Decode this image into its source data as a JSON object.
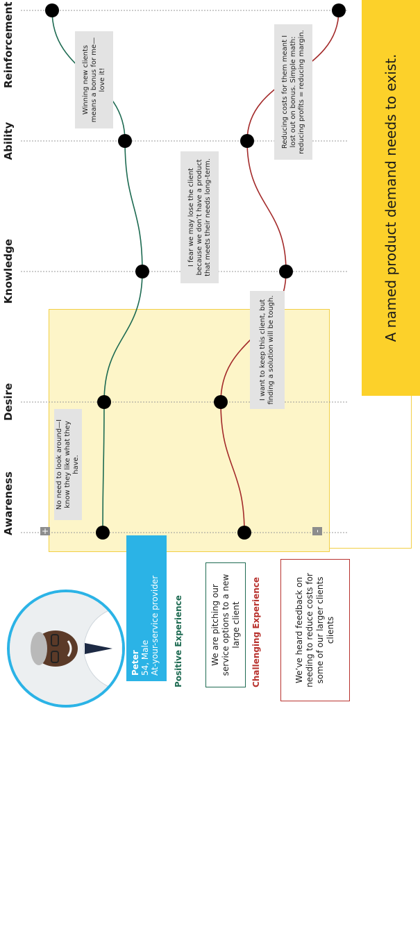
{
  "persona": {
    "name": "Peter",
    "age_gender": "54, Male",
    "role": "At-your-service provider"
  },
  "stages": [
    "Awareness",
    "Desire",
    "Knowledge",
    "Ability",
    "Reinforcement"
  ],
  "toggles": {
    "expand": "+",
    "collapse": "-"
  },
  "positive": {
    "title": "Positive Experience",
    "text": "We are pitching our service options to a new large client",
    "quotes": {
      "awareness": "No need to look around—I know they like what they have.",
      "reinforcement": "Winning new clients means a bonus for me—love it!"
    }
  },
  "challenging": {
    "title": "Challenging Experience",
    "text": "We’ve heard feedback on needing to reduce costs for some of our larger clients clients",
    "quotes": {
      "desire": "I want to keep this client, but finding a solution will be tough.",
      "ability": "I fear we may lose the client because we don’t have a product that meets their needs long-term.",
      "reinforcement": "Reducing costs for them meant I lost out on bonus. Simple math: reducing profits = reducing margin."
    }
  },
  "callout": "A named product demand needs to exist.",
  "colors": {
    "positive_line": "#1e6b52",
    "challenging_line": "#a32a2a",
    "persona_blue": "#2bb3e6",
    "callout_yellow": "#fcd12a",
    "highlight_fill": "#fdf5c8",
    "highlight_border": "#f2cf45",
    "positive_title": "#1e6b52",
    "challenging_title": "#b8322e"
  }
}
